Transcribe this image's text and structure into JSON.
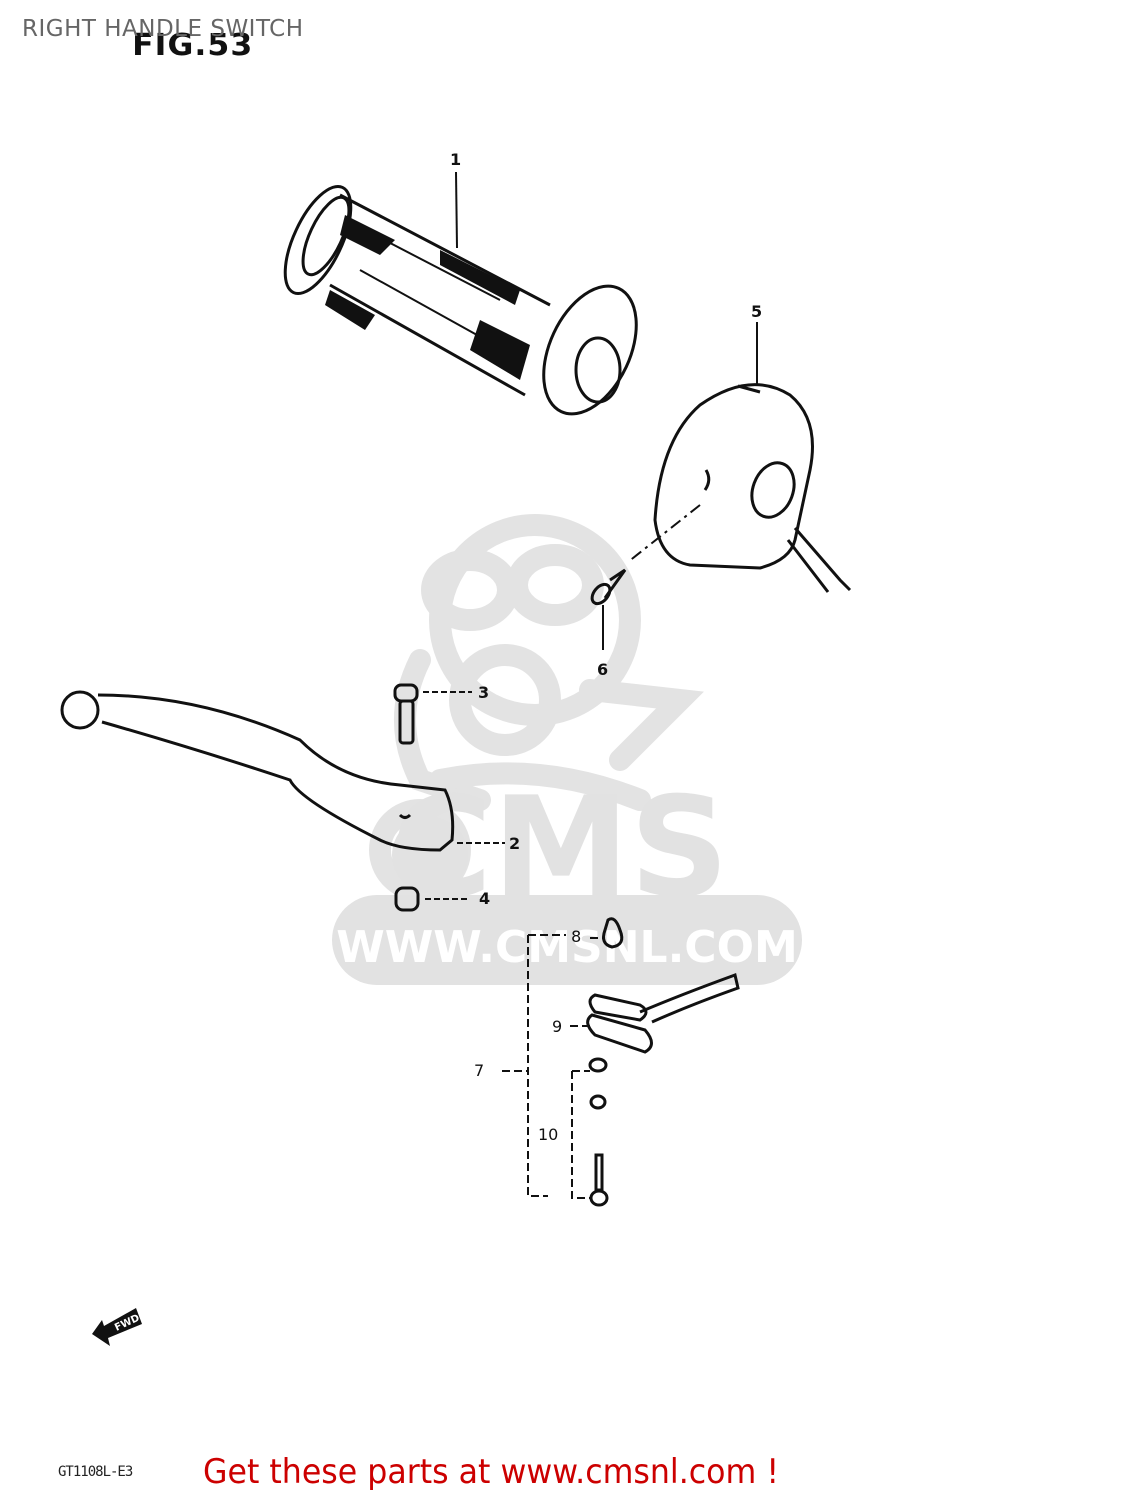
{
  "header": {
    "title": "RIGHT HANDLE SWITCH",
    "figure_label": "FIG.53"
  },
  "watermark": {
    "brand": "CMS",
    "url": "WWW.CMSNL.COM",
    "color": "#e0e0e0"
  },
  "parts": [
    {
      "ref": "1",
      "name": "grip"
    },
    {
      "ref": "2",
      "name": "brake-lever"
    },
    {
      "ref": "3",
      "name": "lever-pivot-bolt"
    },
    {
      "ref": "4",
      "name": "lever-nut"
    },
    {
      "ref": "5",
      "name": "switch-housing"
    },
    {
      "ref": "6",
      "name": "housing-screw"
    },
    {
      "ref": "7",
      "name": "brake-light-switch-assembly"
    },
    {
      "ref": "8",
      "name": "switch-plunger"
    },
    {
      "ref": "9",
      "name": "switch-body"
    },
    {
      "ref": "10",
      "name": "switch-screw-set"
    }
  ],
  "direction_marker": "FWD",
  "footer": {
    "code": "GT1108L-E3",
    "cta": "Get these parts at www.cmsnl.com !",
    "cta_color": "#cc0000"
  }
}
